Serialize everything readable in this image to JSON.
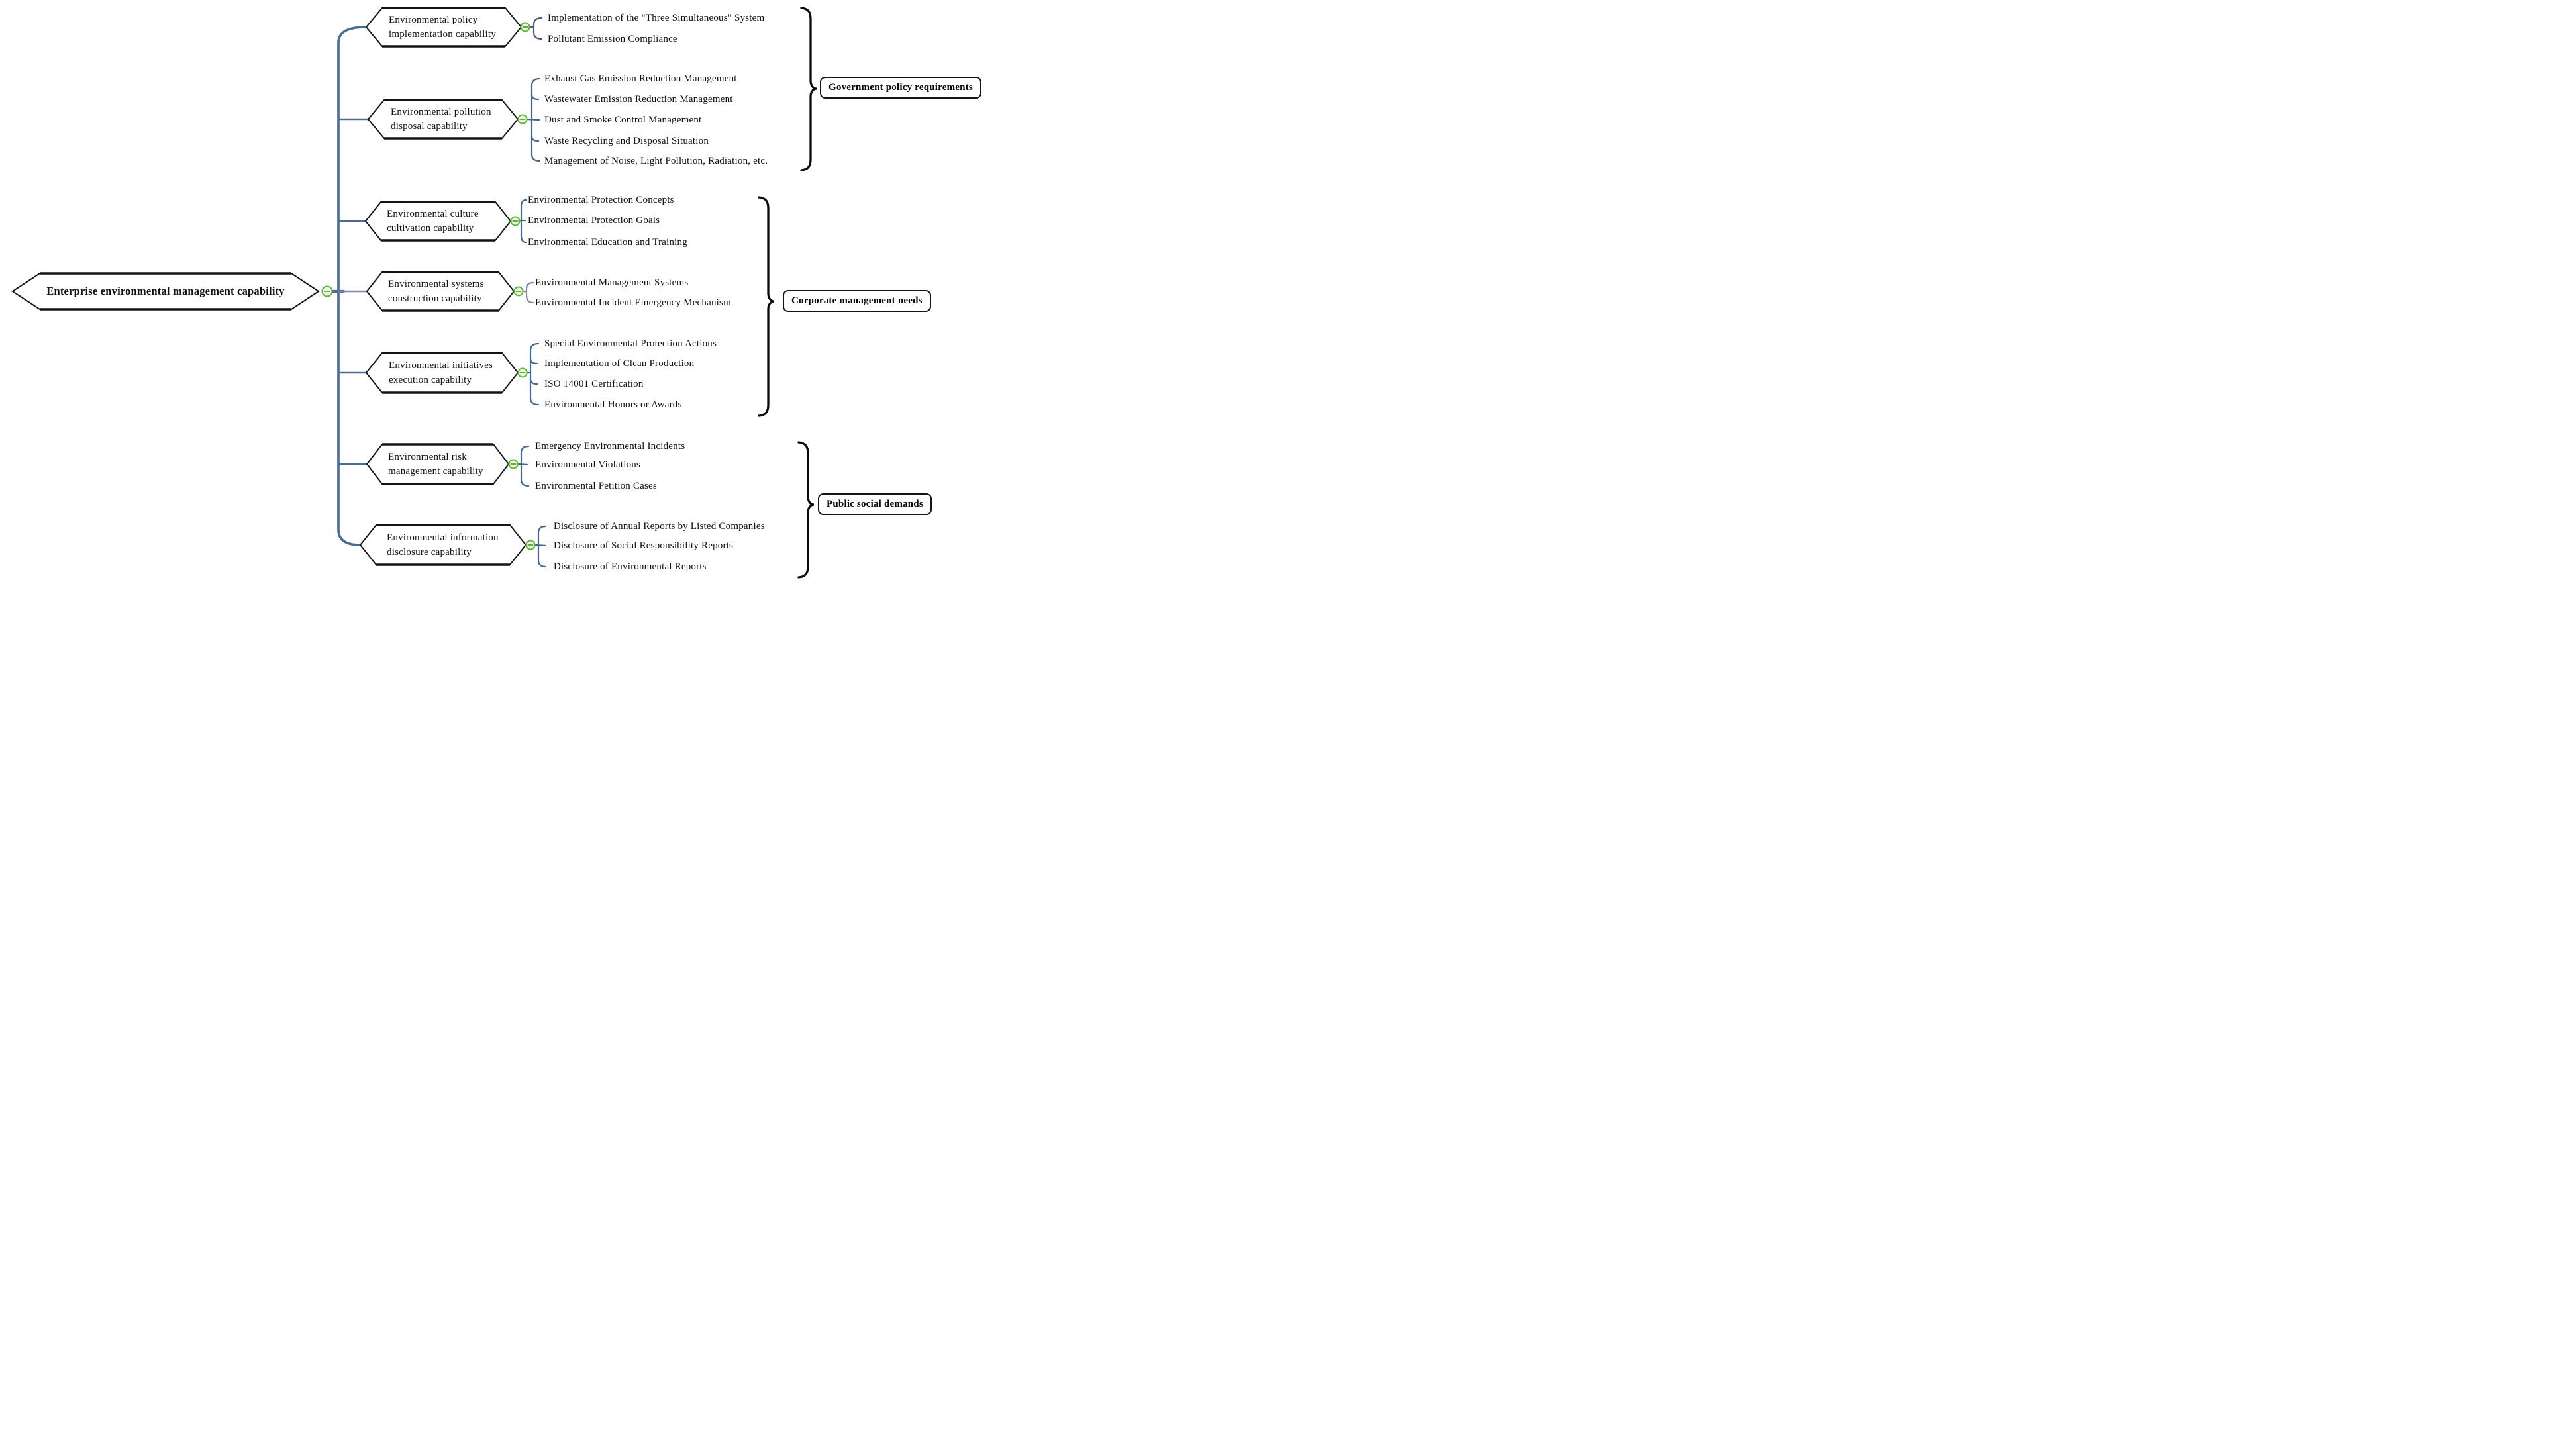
{
  "root": {
    "label": "Enterprise environmental management capability"
  },
  "branches": [
    {
      "label_line1": "Environmental policy",
      "label_line2": "implementation capability",
      "leaves": [
        "Implementation of the \"Three Simultaneous\" System",
        "Pollutant Emission Compliance"
      ]
    },
    {
      "label_line1": "Environmental pollution",
      "label_line2": "disposal capability",
      "leaves": [
        "Exhaust Gas Emission Reduction Management",
        "Wastewater Emission Reduction Management",
        "Dust and Smoke Control Management",
        "Waste Recycling and Disposal Situation",
        "Management of Noise, Light Pollution, Radiation, etc."
      ]
    },
    {
      "label_line1": "Environmental culture",
      "label_line2": "cultivation capability",
      "leaves": [
        "Environmental Protection Concepts",
        "Environmental Protection Goals",
        "Environmental Education and Training"
      ]
    },
    {
      "label_line1": "Environmental systems",
      "label_line2": "construction capability",
      "leaves": [
        "Environmental Management Systems",
        "Environmental Incident Emergency Mechanism"
      ]
    },
    {
      "label_line1": "Environmental initiatives",
      "label_line2": "execution capability",
      "leaves": [
        "Special Environmental Protection Actions",
        "Implementation of Clean Production",
        "ISO 14001 Certification",
        "Environmental Honors or Awards"
      ]
    },
    {
      "label_line1": "Environmental risk",
      "label_line2": "management capability",
      "leaves": [
        "Emergency Environmental Incidents",
        "Environmental Violations",
        "Environmental Petition Cases"
      ]
    },
    {
      "label_line1": "Environmental information",
      "label_line2": "disclosure capability",
      "leaves": [
        "Disclosure of Annual Reports by Listed Companies",
        "Disclosure of Social Responsibility Reports",
        "Disclosure of Environmental Reports"
      ]
    }
  ],
  "groups": [
    {
      "label": "Government policy requirements"
    },
    {
      "label": "Corporate management needs"
    },
    {
      "label": "Public social demands"
    }
  ],
  "colors": {
    "trunk_line": "#4a6b94",
    "branch_line_systems": "#8b7fb5",
    "leaf_connector_policy": "#4d5880",
    "leaf_connector_pollution": "#44668a",
    "leaf_connector_culture": "#44668a",
    "leaf_connector_systems": "#8b7fb5",
    "leaf_connector_initiatives": "#44668a",
    "leaf_connector_risk": "#44668a",
    "leaf_connector_disclosure": "#44668a",
    "collapse_icon_green": "#5cb234",
    "node_outline": "#141414"
  }
}
